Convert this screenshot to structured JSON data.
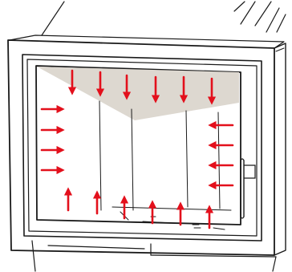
{
  "colors": {
    "outline": "#1a1a1a",
    "arrow": "#e3101c",
    "smoke_shade": "#ddd8d0",
    "background": "#ffffff"
  },
  "icons": {
    "stove": "stove-insert-front-view",
    "arrow": "airflow-arrow"
  },
  "airflow": {
    "top_arrows": 6,
    "left_arrows": 4,
    "right_arrows": 4,
    "bottom_arrows": 6
  }
}
